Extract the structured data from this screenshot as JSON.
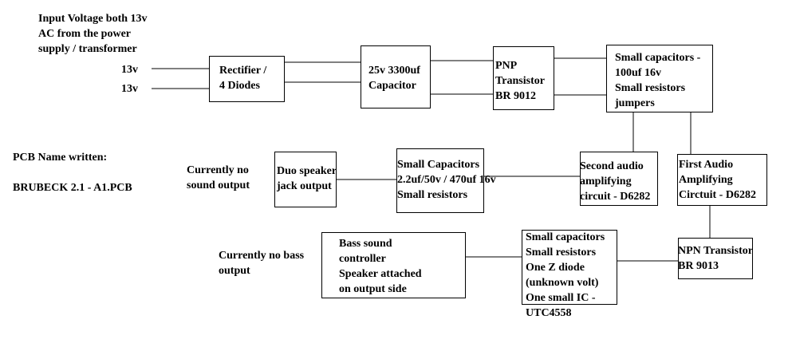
{
  "notes": {
    "input": [
      "Input Voltage both 13v",
      "AC from the power",
      "supply / transformer"
    ],
    "pcb_heading": "PCB Name written:",
    "pcb_name": "BRUBECK 2.1 - A1.PCB",
    "no_sound": [
      "Currently no",
      "sound output"
    ],
    "no_bass": [
      "Currently no bass",
      "output"
    ]
  },
  "inputs": {
    "v1": "13v",
    "v2": "13v"
  },
  "blocks": {
    "rectifier": [
      "Rectifier /",
      "4 Diodes"
    ],
    "capacitor": [
      "25v 3300uf",
      "Capacitor"
    ],
    "pnp": [
      "PNP",
      "Transistor",
      "BR 9012"
    ],
    "small_caps": [
      "Small capacitors -",
      "100uf 16v",
      "Small resistors",
      "jumpers"
    ],
    "first_audio": [
      "First Audio",
      "Amplifying",
      "Circtuit - D6282"
    ],
    "second_audio": [
      "Second audio",
      "amplifying",
      "circuit - D6282"
    ],
    "small_caps2": [
      "Small Capacitors",
      "2.2uf/50v / 470uf 16v",
      "Small resistors"
    ],
    "jack": [
      "Duo speaker",
      "jack output"
    ],
    "npn": [
      "NPN Transistor",
      "BR 9013"
    ],
    "ic_block": [
      "Small capacitors",
      "Small resistors",
      "One Z diode",
      "(unknown volt)",
      "One small IC -",
      "UTC4558"
    ],
    "bass": [
      "Bass sound",
      "controller",
      "Speaker attached",
      "on output side"
    ]
  }
}
